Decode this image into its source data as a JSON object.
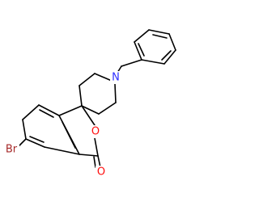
{
  "molecule": {
    "atoms": {
      "nitrogen": {
        "label": "N",
        "color": "#2d2dff"
      },
      "ring_oxygen": {
        "label": "O",
        "color": "#ff0d0d"
      },
      "carbonyl_oxygen": {
        "label": "O",
        "color": "#ff0d0d"
      },
      "bromine": {
        "label": "Br",
        "color": "#a62929"
      }
    },
    "bond_color": "#000000",
    "background": "#ffffff"
  }
}
